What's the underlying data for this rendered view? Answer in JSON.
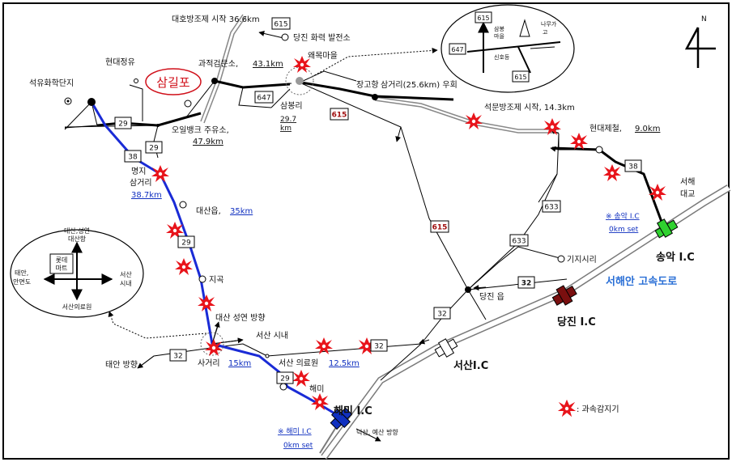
{
  "colors": {
    "route_blue": "#1a2bd6",
    "road_black": "#000000",
    "expressway_gray": "#7a7a7a",
    "camera_red": "#e8141b",
    "highlight_red": "#d0101a",
    "ic_green": "#2fd12f",
    "ic_darkred": "#7a0f0f",
    "ic_blue": "#1030c0",
    "expressway_label": "#2a6fd6"
  },
  "highlight": {
    "title": "삼길포"
  },
  "north": {
    "letter": "N"
  },
  "labels": {
    "daeho": "대호방조제 시작 36.6km",
    "dangjin_plant": "당진 화력 발전소",
    "waemok": "왜목마을",
    "janggo": "장고항",
    "hyundai_oil": "현대정유",
    "petro": "석유화학단지",
    "gwaejeok_name": "과적검문소,",
    "gwaejeok_km": "43.1km",
    "sambong": "삼봉리",
    "sambong_km1": "29.7",
    "sambong_km2": "km",
    "samgeori_uhoe": "삼거리(25.6km) 우회",
    "seokmun": "석문방조제 시작, 14.3km",
    "hyundai_steel_name": "현대제철,",
    "hyundai_steel_km": "9.0km",
    "oilbank_name": "오일뱅크 주유소,",
    "oilbank_km": "47.9km",
    "myeongji1": "명지",
    "myeongji2": "삼거리",
    "myeongji_km": "38.7km",
    "daesan_name": "대산읍,",
    "daesan_km": "35km",
    "jigok": "지곡",
    "daesan_dir": "대산 성연 방향",
    "seosan_city": "서산 시내",
    "taean_dir": "태안 방향",
    "sageori": "사거리",
    "sageori_km": "15km",
    "medical_name": "서산 의료원",
    "medical_km": "12.5km",
    "haemi": "해미",
    "haemi_ic": "해미 I.C",
    "haemi_set1": "※ 해미 I.C",
    "haemi_set2": "0km set",
    "deoksan_dir": "덕산, 예산 방향",
    "seosan_ic": "서산I.C",
    "dangjin_eup": "당진 읍",
    "gijisiri": "기지시리",
    "dangjin_ic": "당진 I.C",
    "seohaean": "서해안 고속도로",
    "songak_ic": "송악 I.C",
    "songak_set1": "※ 송악 I.C",
    "songak_set2": "0km set",
    "seohae_bridge1": "서해",
    "seohae_bridge2": "대교",
    "legend_camera": ": 과속감지기"
  },
  "route_numbers": {
    "r29a": "29",
    "r29b": "29",
    "r29c": "29",
    "r29d": "29",
    "r38a": "38",
    "r38b": "38",
    "r647a": "647",
    "r647b": "647",
    "r615a": "615",
    "r615b": "615",
    "r615c": "615",
    "r615d": "615",
    "r615e": "615",
    "r633a": "633",
    "r633b": "633",
    "r32a": "32",
    "r32b": "32",
    "r32c": "32",
    "r32d": "32"
  },
  "inset_left": {
    "top1": "대산,성연",
    "top2": "대산항",
    "box1": "롯데",
    "box2": "마트",
    "left1": "태안,",
    "left2": "안면도",
    "right1": "서산",
    "right2": "시내",
    "bottom": "서산의료원"
  },
  "inset_right": {
    "top_box": "615",
    "left_box": "647",
    "bottom_box": "615",
    "village1": "삼봉",
    "village2": "마을",
    "store": "신호등",
    "tree1": "나무가",
    "tree2": "고"
  }
}
